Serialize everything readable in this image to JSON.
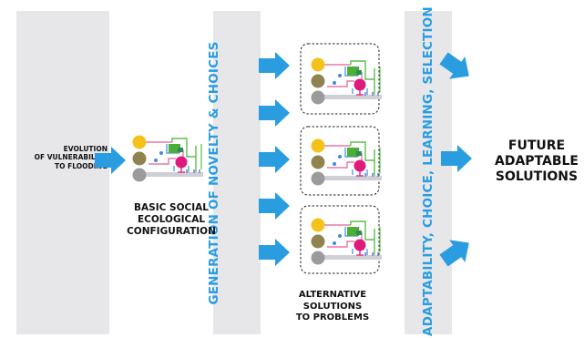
{
  "stages": {
    "evolution": [
      "EVOLUTION",
      "OF VULNERABILITY",
      "TO FLOODING"
    ],
    "basic": [
      "BASIC SOCIAL",
      "ECOLOGICAL",
      "CONFIGURATION"
    ],
    "generation": "GENERATION OF NOVELTY & CHOICES",
    "alternative": [
      "ALTERNATIVE",
      "SOLUTIONS",
      "TO PROBLEMS"
    ],
    "adaptability": "ADAPTABILITY, CHOICE, LEARNING, SELECTION",
    "future": [
      "FUTURE",
      "ADAPTABLE",
      "SOLUTIONS"
    ]
  },
  "colors": {
    "band": "#e7e7ea",
    "arrow": "#2a9de0",
    "yellow": "#f5c21b",
    "olive": "#8f8450",
    "gray": "#9b9b9b",
    "green": "#4caf37",
    "magenta": "#e0197d",
    "wire_blue": "#3a8de0",
    "wire_pink": "#e878a8",
    "wire_green": "#5bbf4a"
  },
  "icons": [
    "arrow-right-icon",
    "arrow-diagonal-down-icon",
    "arrow-diagonal-up-icon",
    "network-configuration-icon"
  ]
}
